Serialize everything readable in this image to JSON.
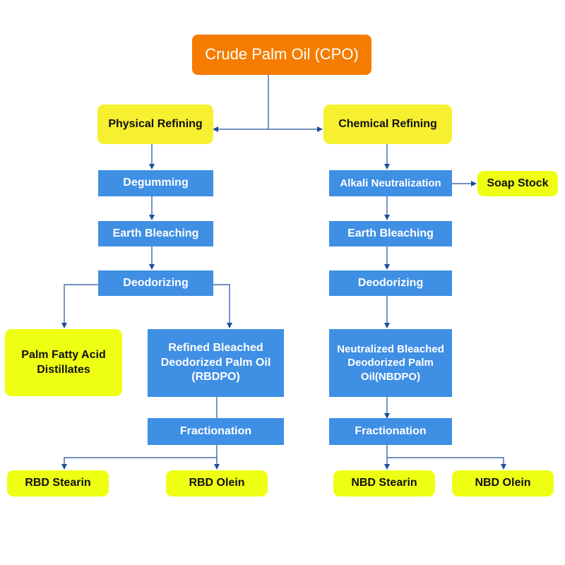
{
  "diagram": {
    "root": "Crude Palm Oil (CPO)",
    "physical": {
      "title": "Physical Refining",
      "step1": "Degumming",
      "step2": "Earth Bleaching",
      "step3": "Deodorizing",
      "byproduct": "Palm Fatty Acid Distillates",
      "product": "Refined Bleached Deodorized Palm Oil (RBDPO)",
      "fractionation": "Fractionation",
      "out1": "RBD Stearin",
      "out2": "RBD Olein"
    },
    "chemical": {
      "title": "Chemical Refining",
      "step1": "Alkali Neutralization",
      "byproduct": "Soap Stock",
      "step2": "Earth Bleaching",
      "step3": "Deodorizing",
      "product": "Neutralized Bleached Deodorized Palm Oil(NBDPO)",
      "fractionation": "Fractionation",
      "out1": "NBD Stearin",
      "out2": "NBD Olein"
    },
    "colors": {
      "root_fill": "#f57c00",
      "stage_fill": "#f7f030",
      "output_fill": "#eeff14",
      "process_fill": "#3f8fe4",
      "connector": "#1f4e9c"
    }
  }
}
